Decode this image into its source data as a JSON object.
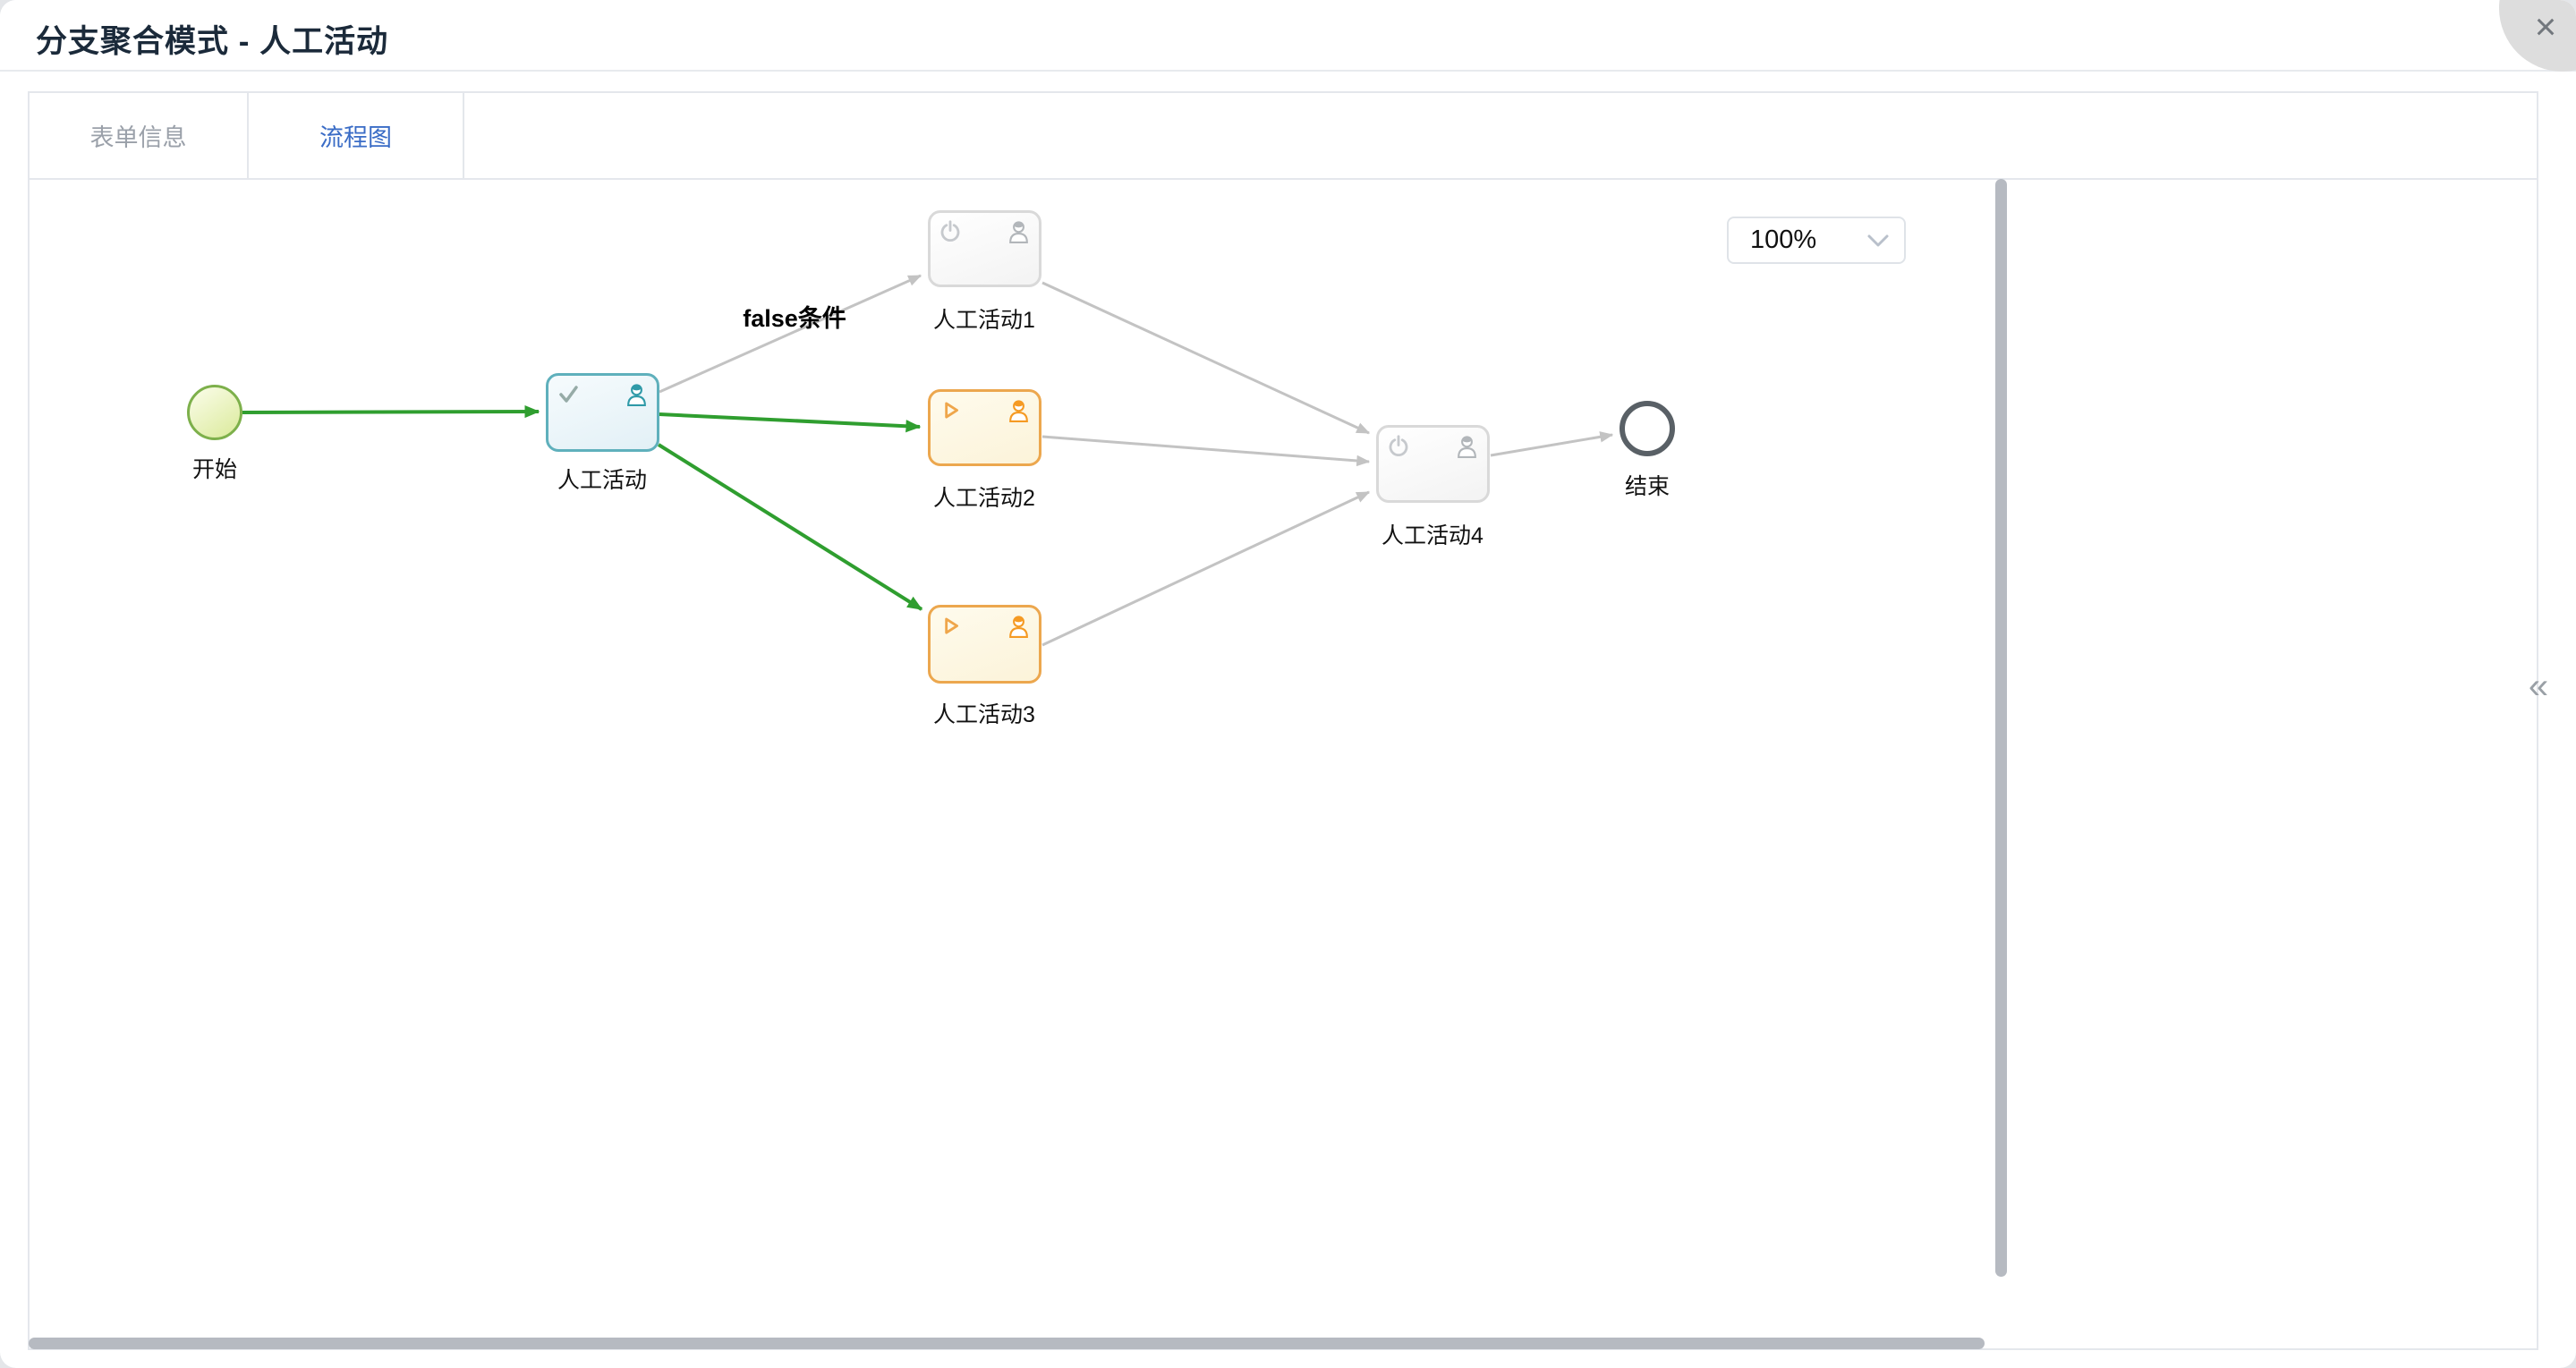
{
  "window": {
    "title": "分支聚合模式 - 人工活动",
    "close_glyph": "×"
  },
  "tabs": {
    "form_info": "表单信息",
    "flow_chart": "流程图",
    "active_tab": "流程图"
  },
  "toolbar": {
    "zoom_level": "100%"
  },
  "diagram": {
    "nodes": {
      "start": {
        "label": "开始",
        "type": "start-event"
      },
      "task0": {
        "label": "人工活动",
        "type": "user-task"
      },
      "task1": {
        "label": "人工活动1",
        "type": "user-task"
      },
      "task2": {
        "label": "人工活动2",
        "type": "user-task"
      },
      "task3": {
        "label": "人工活动3",
        "type": "user-task"
      },
      "task4": {
        "label": "人工活动4",
        "type": "user-task"
      },
      "end": {
        "label": "结束",
        "type": "end-event"
      }
    },
    "edge_labels": {
      "false_condition": "false条件"
    },
    "colors": {
      "traversed_edge": "#2f9e2f",
      "untraversed_edge": "#c3c3c3",
      "current_task_border": "#5fb0bc",
      "in_progress_task_border": "#eca74e",
      "pending_task_border": "#d9d9d9",
      "start_event_border": "#7db04b",
      "end_event_border": "#596066"
    }
  },
  "side_panel": {
    "collapse_glyph": "«"
  }
}
